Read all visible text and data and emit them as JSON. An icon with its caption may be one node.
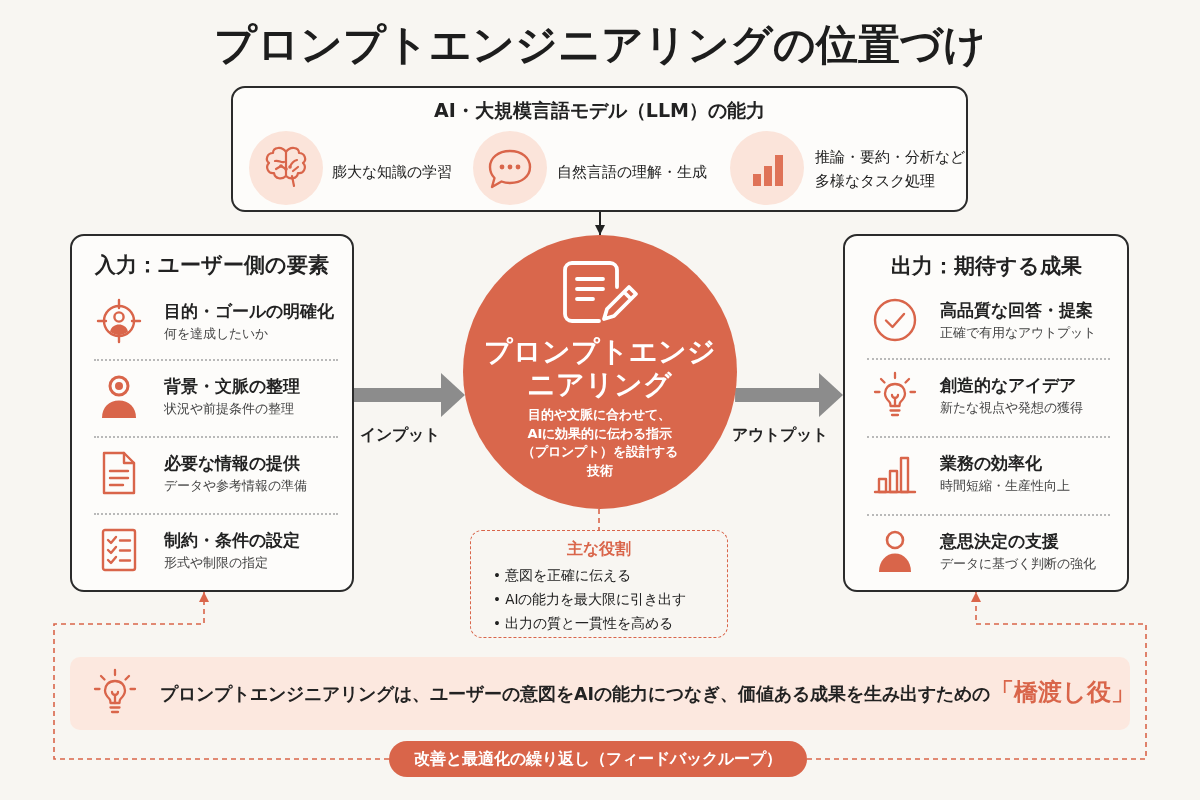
{
  "diagram": {
    "title": "プロンプトエンジニアリングの位置づけ",
    "nodes": [
      {
        "text": [
          "AI・大規模言語モデル（LLM）の能力",
          "膨大な知識の学習",
          "自然言語の理解・生成",
          "推論・要約・分析など多様なタスク処理"
        ]
      },
      {
        "text": [
          "入力：ユーザー側の要素",
          "目的・ゴールの明確化",
          "何を達成したいか",
          "背景・文脈の整理",
          "状況や前提条件の整理",
          "必要な情報の提供",
          "データや参考情報の準備",
          "制約・条件の設定",
          "形式や制限の指定"
        ]
      },
      {
        "text": [
          "プロンプトエンジニアリング",
          "目的や文脈に合わせて、AIに効果的に伝わる指示（プロンプト）を設計する技術"
        ]
      },
      {
        "text": [
          "出力：期待する成果",
          "高品質な回答・提案",
          "正確で有用なアウトプット",
          "創造的なアイデア",
          "新たな視点や発想の獲得",
          "業務の効率化",
          "時間短縮・生産性向上",
          "意思決定の支援",
          "データに基づく判断の強化"
        ]
      },
      {
        "text": [
          "主な役割",
          "• 意図を正確に伝える",
          "• AIの能力を最大限に引き出す",
          "• 出力の質と一貫性を高める"
        ]
      },
      {
        "text": [
          "プロンプトエンジニアリングは、ユーザーの意図をAIの能力につなぎ、価値ある成果を生み出すための**「橋渡し役」**"
        ]
      },
      {
        "text": [
          "改善と最適化の繰り返し（フィードバックループ）"
        ]
      }
    ],
    "edges": [
      {
        "from": 0,
        "to": 2,
        "arrow": "to",
        "color": "#222222"
      },
      {
        "from": 1,
        "to": 2,
        "arrow": "to",
        "label": "インプット",
        "style": "thick",
        "color": "#8c8c8c"
      },
      {
        "from": 2,
        "to": 3,
        "arrow": "to",
        "label": "アウトプット",
        "style": "thick",
        "color": "#8c8c8c"
      },
      {
        "from": 2,
        "to": 4,
        "arrow": "none",
        "style": "dashed",
        "color": "#d9654a"
      },
      {
        "from": 6,
        "to": 1,
        "arrow": "to",
        "style": "dashed",
        "color": "#d9654a"
      },
      {
        "from": 6,
        "to": 3,
        "arrow": "to",
        "style": "dashed",
        "color": "#d9654a"
      }
    ]
  }
}
